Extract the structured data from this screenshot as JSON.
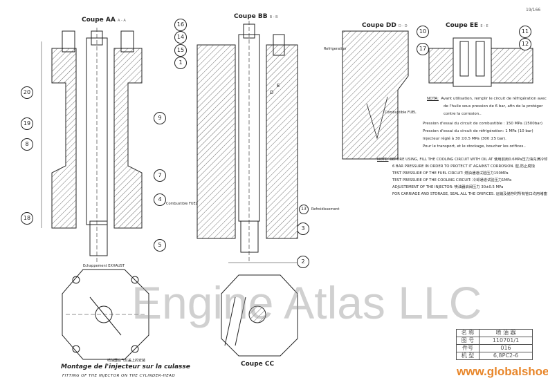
{
  "page_number": "19/166",
  "sections": {
    "aa": "Coupe AA",
    "aa_sub": "A - A",
    "bb": "Coupe BB",
    "bb_sub": "B - B",
    "dd": "Coupe DD",
    "dd_sub": "D - D",
    "ee": "Coupe EE",
    "ee_sub": "E - E",
    "cc": "Coupe CC"
  },
  "callouts": [
    "16",
    "14",
    "15",
    "1",
    "20",
    "19",
    "8",
    "9",
    "7",
    "4",
    "18",
    "5",
    "3",
    "2",
    "10",
    "11",
    "17",
    "12",
    "13"
  ],
  "labels": {
    "fuel": "Combustible FUEL",
    "cooling": "Refrigeration",
    "exhaust": "Echappement EXHAUST",
    "cooling_return": "Refroidissement",
    "d": "D",
    "e": "E"
  },
  "notes_fr": {
    "heading": "NOTA:",
    "lines": [
      "Avant utilisation, remplir le circuit de réfrigération avec",
      "de l'huile sous pression de 6 bar, afin de la protéger",
      "contre la corrosion..",
      "Pression d'essai du circuit de combustible : 150  MPa (1500bar)",
      "Pression d'essai du circuit de réfrigération:       1  MPa (10 bar)",
      "Injecteur réglé à  30 ±0.5 MPa (300 ±5 bar).",
      "Pour le transport, et le stockage, boucher les orifices.."
    ]
  },
  "notes_en": {
    "heading": "NOTE:",
    "lines": [
      "BEFORE USING, FILL THE COOLING CIRCUIT WITH OIL AT 使用前用0.6MPa压力油充满冷却",
      "6 BAR PRESSURE IN ORDER TO PROTECT IT AGAINST CORROSION. 腔,防止腐蚀",
      "TEST PRESSURE OF THE FUEL CIRCUIT: 燃油通道试验压力150MPa",
      "TEST PRESSURE OF THE COOLING CIRCUIT: 冷却通道试验压力1MPa",
      "ADJUSTEMENT  OF THE INJECTOR: 喷油器启阀压力 30±0.5 MPa",
      "FOR CARRIAGE AND STORAGE, SEAL ALL THE ORIFICES. 运输及储存时所有管口均用堵塞"
    ]
  },
  "fitting": {
    "fr": "Montage de l'injecteur sur la culasse",
    "en": "FITTING OF THE INJECTOR ON THE CYLINDER-HEAD",
    "cn": "喷油器在气缸盖上的安装"
  },
  "title_block": [
    {
      "key": "名 称",
      "value": "喷 油 器"
    },
    {
      "key": "图 号",
      "value": "110701/1"
    },
    {
      "key": "件号",
      "value": "016"
    },
    {
      "key": "机 型",
      "value": "6,8PC2-6"
    }
  ],
  "watermark": "Engine Atlas LLC",
  "watermark_url": "www.globalshoes.net"
}
